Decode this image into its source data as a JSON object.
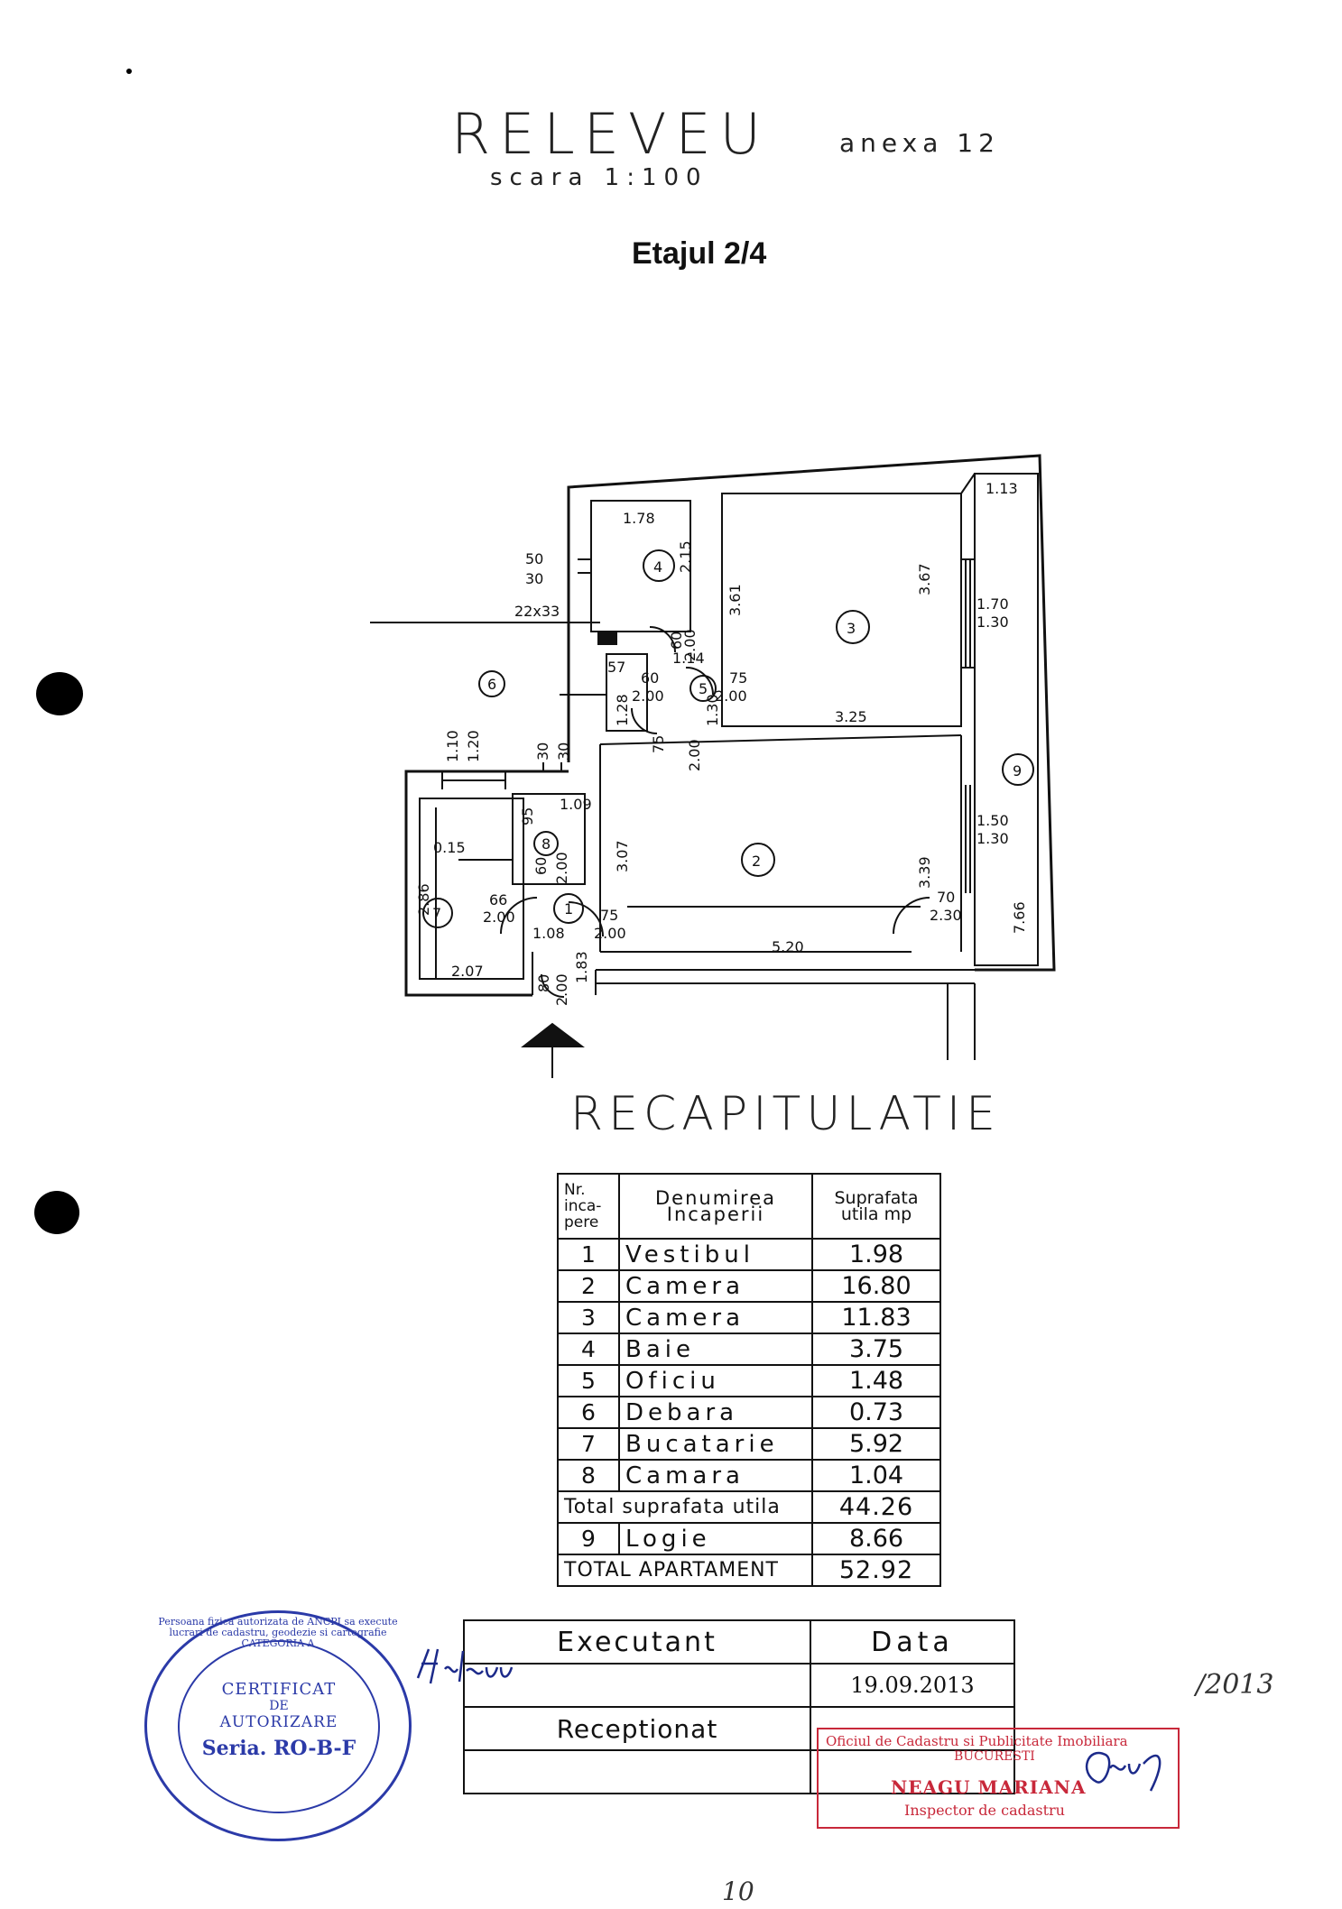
{
  "header": {
    "title": "RELEVEU",
    "annex": "anexa 12",
    "scale": "scara 1:100",
    "floor": "Etajul 2/4"
  },
  "plan": {
    "rooms": [
      "1",
      "2",
      "3",
      "4",
      "5",
      "6",
      "7",
      "8",
      "9"
    ],
    "dimensions": {
      "d_1_13": "1.13",
      "d_1_78": "1.78",
      "d_50": "50",
      "d_30a": "30",
      "d_2_15": "2.15",
      "d_3_61": "3.61",
      "d_3_67": "3.67",
      "d_1_70": "1.70",
      "d_1_30a": "1.30",
      "d_22x33": "22x33",
      "d_60a": "60",
      "d_2_00a": "2.00",
      "d_1_14": "1.14",
      "d_57": "57",
      "d_60b": "60",
      "d_2_00b": "2.00",
      "d_75a": "75",
      "d_2_00c": "2.00",
      "d_1_28": "1.28",
      "d_1_30b": "1.30",
      "d_3_25": "3.25",
      "d_75b": "75",
      "d_2_00d": "2.00",
      "d_1_10": "1.10",
      "d_1_20": "1.20",
      "d_30b": "30",
      "d_30c": "30",
      "d_95": "95",
      "d_1_09": "1.09",
      "d_60c": "60",
      "d_2_00e": "2.00",
      "d_3_07": "3.07",
      "d_3_39": "3.39",
      "d_1_50": "1.50",
      "d_1_30c": "1.30",
      "d_0_15": "0.15",
      "d_2_86": "2.86",
      "d_66": "66",
      "d_2_00f": "2.00",
      "d_1_08": "1.08",
      "d_75c": "75",
      "d_2_00g": "2.00",
      "d_70": "70",
      "d_2_30": "2.30",
      "d_7_66": "7.66",
      "d_5_20": "5.20",
      "d_2_07": "2.07",
      "d_80": "80",
      "d_2_00h": "2.00",
      "d_1_83": "1.83"
    }
  },
  "recap": {
    "title": "RECAPITULATIE",
    "headers": [
      "Nr. inca-pere",
      "Denumirea Incaperii",
      "Suprafata utila mp"
    ],
    "rows": [
      {
        "nr": "1",
        "name": "Vestibul",
        "area": "1.98"
      },
      {
        "nr": "2",
        "name": "Camera",
        "area": "16.80"
      },
      {
        "nr": "3",
        "name": "Camera",
        "area": "11.83"
      },
      {
        "nr": "4",
        "name": "Baie",
        "area": "3.75"
      },
      {
        "nr": "5",
        "name": "Oficiu",
        "area": "1.48"
      },
      {
        "nr": "6",
        "name": "Debara",
        "area": "0.73"
      },
      {
        "nr": "7",
        "name": "Bucatarie",
        "area": "5.92"
      },
      {
        "nr": "8",
        "name": "Camara",
        "area": "1.04"
      }
    ],
    "total_util_label": "Total suprafata utila",
    "total_util": "44.26",
    "loggia": {
      "nr": "9",
      "name": "Logie",
      "area": "8.66"
    },
    "total_apartment_label": "TOTAL APARTAMENT",
    "total_apartment": "52.92"
  },
  "signature_table": {
    "executant_label": "Executant",
    "data_label": "Data",
    "date": "19.09.2013",
    "receptionat_label": "Receptionat"
  },
  "stamps": {
    "blue": {
      "ring": "Persoana fizica autorizata de ANCPI sa execute lucrari de cadastru, geodezie si cartografie CATEGORIA A",
      "l1": "CERTIFICAT",
      "l2": "DE",
      "l3": "AUTORIZARE",
      "l4": "Seria. RO-B-F"
    },
    "red": {
      "l1": "Oficiul de Cadastru si Publicitate Imobiliara",
      "l2": "BUCURESTI",
      "l3": "NEAGU MARIANA",
      "l4": "Inspector de cadastru"
    }
  },
  "handwriting": {
    "year_note": "/2013",
    "page_number": "10"
  }
}
